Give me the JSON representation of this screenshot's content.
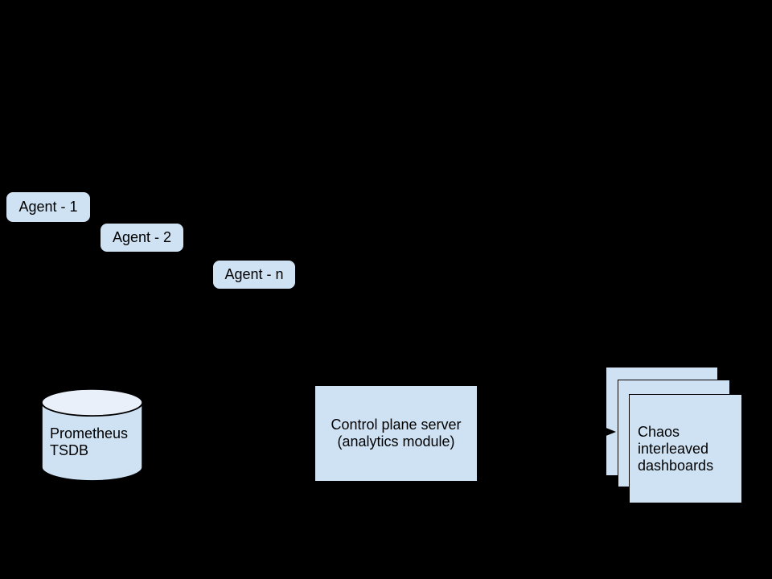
{
  "colors": {
    "canvas_bg": "#000000",
    "shape_fill": "#cfe2f3",
    "cylinder_top_fill": "#e9f0f9",
    "line_color": "#000000",
    "text_color": "#000000"
  },
  "diagram": {
    "agents": [
      {
        "label": "Agent - 1"
      },
      {
        "label": "Agent - 2"
      },
      {
        "label": "Agent - n"
      }
    ],
    "prometheus_tsdb": {
      "label": "Prometheus\nTSDB",
      "shape": "cylinder"
    },
    "control_plane": {
      "label": "Control plane server\n(analytics module)",
      "shape": "rectangle"
    },
    "chaos_dashboards": {
      "label": "Chaos\ninterleaved\ndashboards",
      "shape": "stacked-squares",
      "stack_count": 3
    },
    "connector": {
      "type": "arrow",
      "from": "control_plane",
      "to": "chaos_dashboards"
    }
  }
}
